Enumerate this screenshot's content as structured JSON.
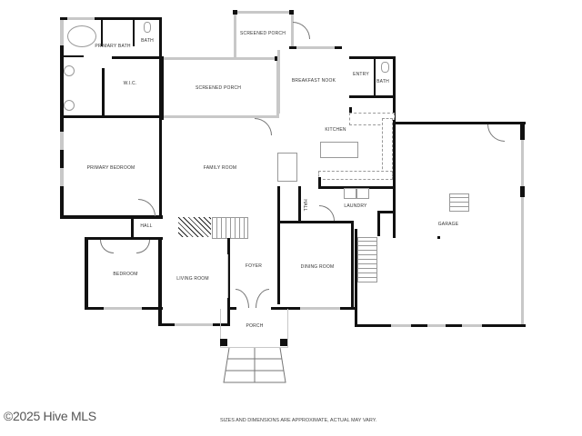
{
  "floorplan": {
    "rooms": [
      {
        "id": "primary-bath",
        "label": "PRIMARY BATH"
      },
      {
        "id": "bath-1",
        "label": "BATH"
      },
      {
        "id": "wic",
        "label": "W.I.C."
      },
      {
        "id": "screened-porch-1",
        "label": "SCREENED PORCH"
      },
      {
        "id": "screened-porch-2",
        "label": "SCREENED PORCH"
      },
      {
        "id": "breakfast-nook",
        "label": "BREAKFAST NOOK"
      },
      {
        "id": "entry",
        "label": "ENTRY"
      },
      {
        "id": "bath-2",
        "label": "BATH"
      },
      {
        "id": "kitchen",
        "label": "KITCHEN"
      },
      {
        "id": "primary-bedroom",
        "label": "PRIMARY BEDROOM"
      },
      {
        "id": "family-room",
        "label": "FAMILY ROOM"
      },
      {
        "id": "hall-1",
        "label": "HALL"
      },
      {
        "id": "hall-2",
        "label": "HALL"
      },
      {
        "id": "laundry",
        "label": "LAUNDRY"
      },
      {
        "id": "garage",
        "label": "GARAGE"
      },
      {
        "id": "bedroom",
        "label": "BEDROOM"
      },
      {
        "id": "living-room",
        "label": "LIVING ROOM"
      },
      {
        "id": "foyer",
        "label": "FOYER"
      },
      {
        "id": "dining-room",
        "label": "DINING ROOM"
      },
      {
        "id": "porch",
        "label": "PORCH"
      }
    ]
  },
  "footer": {
    "copyright": "©2025 Hive MLS",
    "disclaimer": "SIZES AND DIMENSIONS ARE APPROXIMATE, ACTUAL MAY VARY."
  }
}
